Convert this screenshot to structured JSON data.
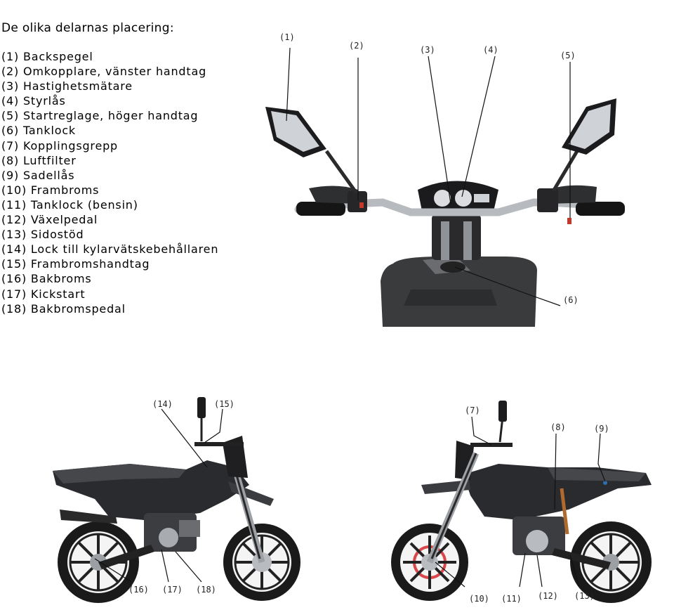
{
  "heading": "De olika delarnas placering:",
  "parts": [
    "(1) Backspegel",
    "(2) Omkopplare, vänster handtag",
    "(3) Hastighetsmätare",
    "(4) Styrlås",
    "(5) Startreglage, höger handtag",
    "(6) Tanklock",
    "(7) Kopplingsgrepp",
    "(8) Luftfilter",
    "(9) Sadellås",
    "(10) Frambroms",
    "(11) Tanklock (bensin)",
    "(12) Växelpedal",
    "(13) Sidostöd",
    "(14) Lock till kylarvätskebehållaren",
    "(15) Frambromshandtag",
    "(16) Bakbroms",
    "(17) Kickstart",
    "(18) Bakbromspedal"
  ],
  "callouts": {
    "c1": "(1)",
    "c2": "(2)",
    "c3": "(3)",
    "c4": "(4)",
    "c5": "(5)",
    "c6": "(6)",
    "c7": "(7)",
    "c8": "(8)",
    "c9": "(9)",
    "c10": "(10)",
    "c11": "(11)",
    "c12": "(12)",
    "c13": "(13)",
    "c14": "(14)",
    "c15": "(15)",
    "c16": "(16)",
    "c17": "(17)",
    "c18": "(18)"
  }
}
